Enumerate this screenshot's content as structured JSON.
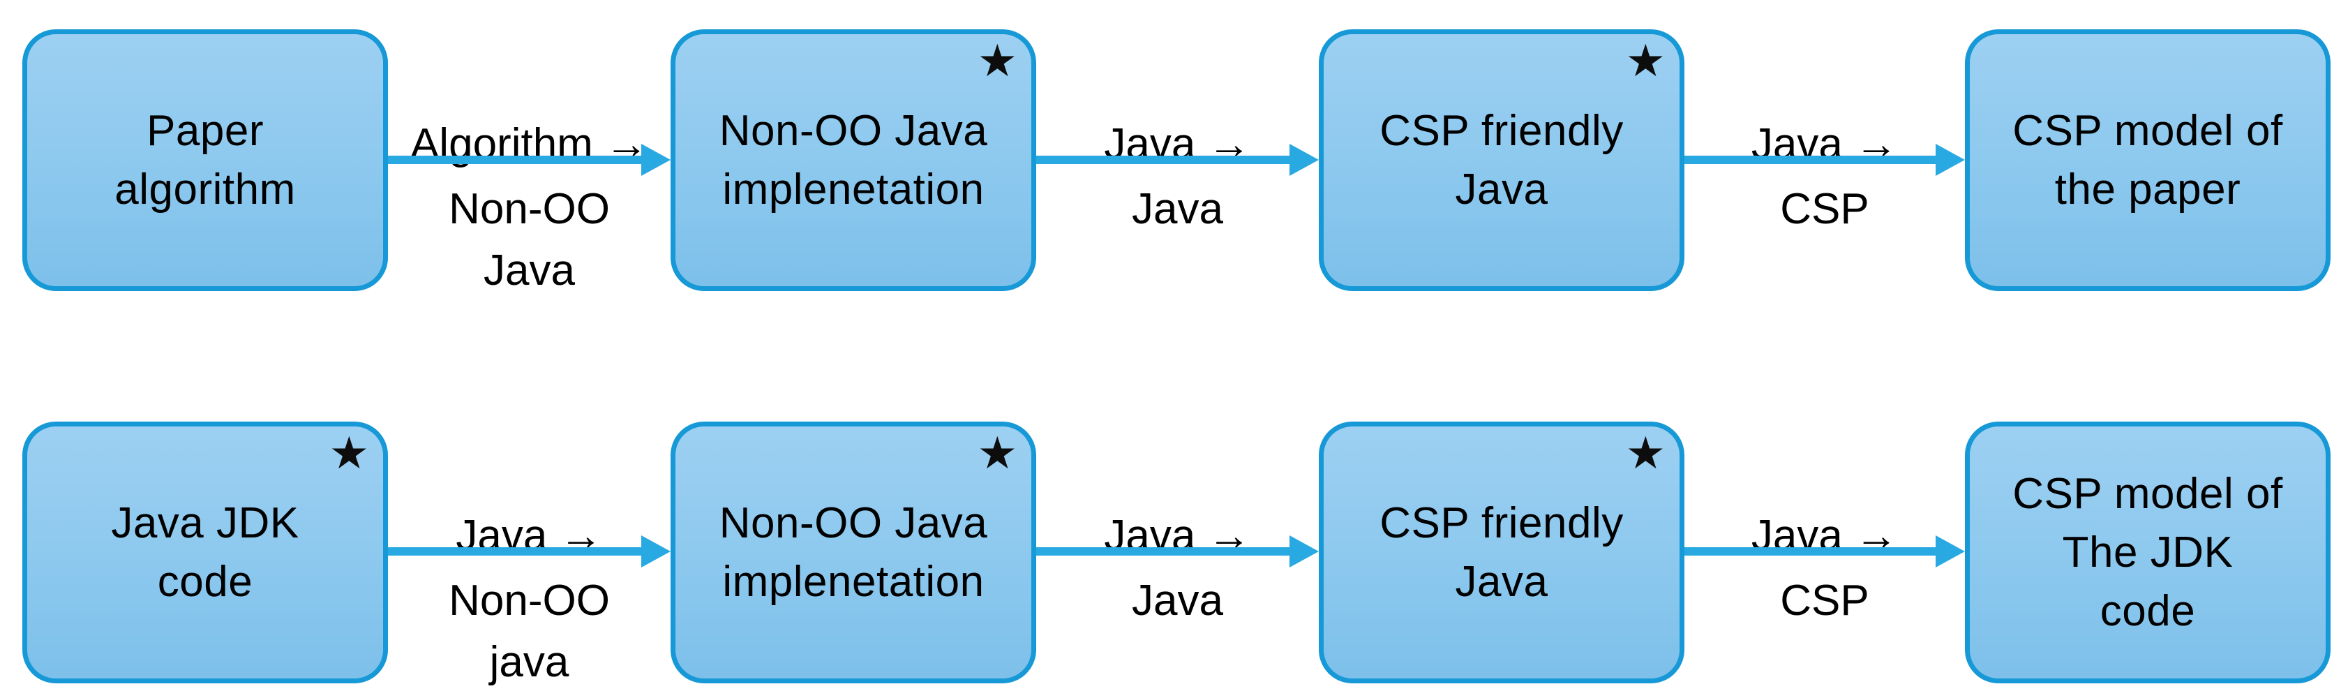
{
  "diagram": {
    "star_icon": "★",
    "colors": {
      "node_fill_top": "#9dd0f2",
      "node_fill_bottom": "#7dc0ea",
      "node_border": "#1699d6",
      "arrow": "#29a9e1",
      "text": "#000000",
      "star": "#0d0d0d"
    },
    "rows": [
      {
        "nodes": [
          {
            "lines": [
              "Paper",
              "algorithm"
            ],
            "starred": false
          },
          {
            "lines": [
              "Non-OO Java",
              "implenetation"
            ],
            "starred": true
          },
          {
            "lines": [
              "CSP friendly",
              "Java"
            ],
            "starred": true
          },
          {
            "lines": [
              "CSP model of",
              "the paper"
            ],
            "starred": false
          }
        ],
        "arrows": [
          {
            "above": "Algorithm →",
            "below": [
              "Non-OO",
              "Java"
            ]
          },
          {
            "above": "Java →",
            "below": [
              "Java"
            ]
          },
          {
            "above": "Java →",
            "below": [
              "CSP"
            ]
          }
        ]
      },
      {
        "nodes": [
          {
            "lines": [
              "Java JDK",
              "code"
            ],
            "starred": true
          },
          {
            "lines": [
              "Non-OO Java",
              "implenetation"
            ],
            "starred": true
          },
          {
            "lines": [
              "CSP friendly",
              "Java"
            ],
            "starred": true
          },
          {
            "lines": [
              "CSP model of",
              "The JDK",
              "code"
            ],
            "starred": false
          }
        ],
        "arrows": [
          {
            "above": "Java →",
            "below": [
              "Non-OO",
              "java"
            ]
          },
          {
            "above": "Java →",
            "below": [
              "Java"
            ]
          },
          {
            "above": "Java →",
            "below": [
              "CSP"
            ]
          }
        ]
      }
    ]
  }
}
